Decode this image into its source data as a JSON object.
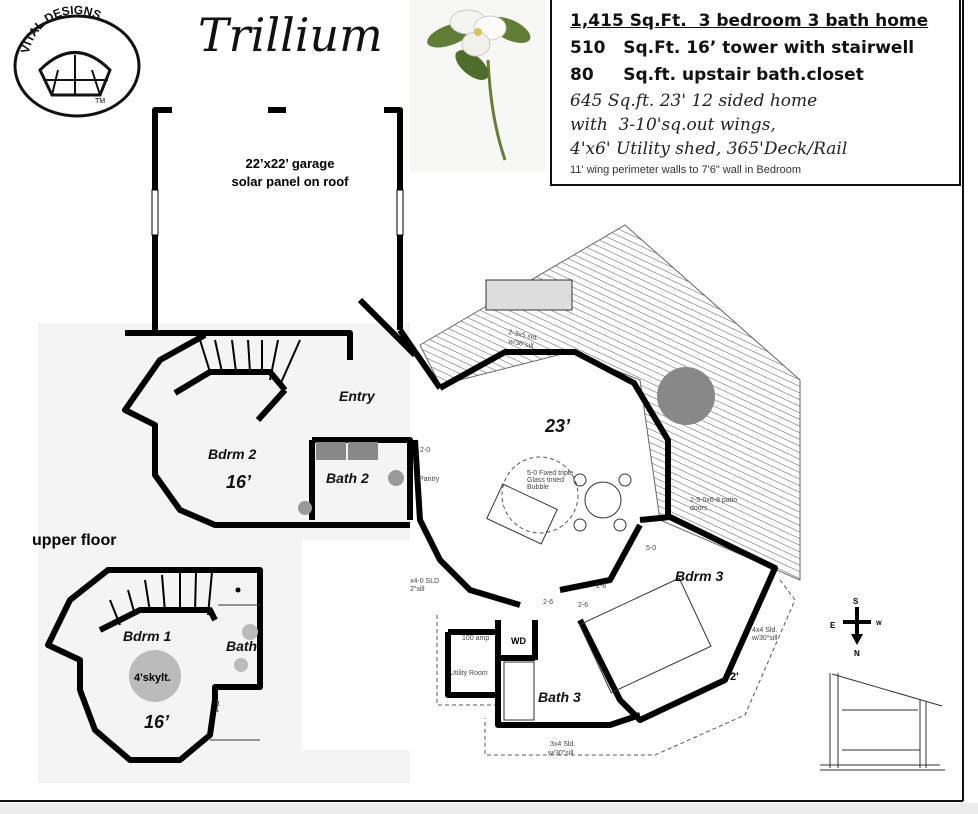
{
  "logo": {
    "brand": "VITAL DESIGNS",
    "tm": "TM"
  },
  "title": "Trillium",
  "info": {
    "line1": "1,415 Sq.Ft.  3 bedroom 3 bath home",
    "line2": "510   Sq.Ft. 16’ tower with stairwell",
    "line3": "80     Sq.ft. upstair bath.closet",
    "line4": "645 Sq.ft. 23' 12 sided home",
    "line5": "with  3-10'sq.out wings,",
    "line6": "4'x6' Utility shed, 365'Deck/Rail",
    "note": "11' wing perimeter walls to 7'6\"  wall in Bedroom"
  },
  "garage": {
    "line1": "22’x22’ garage",
    "line2": "solar panel on roof"
  },
  "rooms": {
    "entry": "Entry",
    "great_room": "23’",
    "bdrm2": "Bdrm 2",
    "bdrm2_size": "16’",
    "bath2": "Bath  2",
    "bdrm3": "Bdrm 3",
    "bath3": "Bath 3",
    "wd": "WD",
    "upper_floor": "upper floor",
    "bdrm1": "Bdrm 1",
    "bath": "Bath",
    "skylight": "4'skylt.",
    "upper_size": "16’",
    "closet": "Clst"
  },
  "notes": {
    "window_north": "2-3x5 sld.",
    "window_north_sill": "w/36\"sill",
    "patio": "2-5-0x6-8 patio",
    "patio2": "doors",
    "bubble": "5-0 Fixed triple",
    "bubble2": "Glass tinted",
    "bubble3": "Bubble",
    "bdrm3_window": "4x4 Sld.",
    "bdrm3_window_sill": "w/30\"sill",
    "bath3_window": "3x4 Sld.",
    "bath3_window_sill": "w/30\"sill",
    "two_ft": "2'",
    "door_20": "2-0",
    "pantry": "Pantry",
    "door_50": "5-0",
    "door_28": "2-8",
    "door_26a": "2-6",
    "door_26b": "2-6",
    "kitchen_window": "x4-0 SLD",
    "kitchen_window_sill": "2\"sill",
    "amp": "100 amp",
    "utility": "Utility Room"
  },
  "compass": {
    "s": "S",
    "e": "E",
    "n": "N",
    "w": "W"
  }
}
